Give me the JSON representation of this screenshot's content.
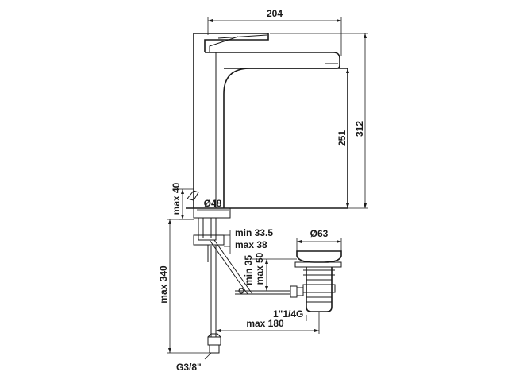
{
  "dimensions": {
    "top_width": "204",
    "total_height": "312",
    "spout_height": "251",
    "lever_max": "max 40",
    "base_diameter": "Ø48",
    "min_33_5": "min 33.5",
    "max_38": "max 38",
    "waste_diameter": "Ø63",
    "min_35": "min 35",
    "max_50": "max 50",
    "thread_waste": "1\"1/4G",
    "max_180": "max 180",
    "max_340": "max 340",
    "thread_hose": "G3/8\""
  }
}
